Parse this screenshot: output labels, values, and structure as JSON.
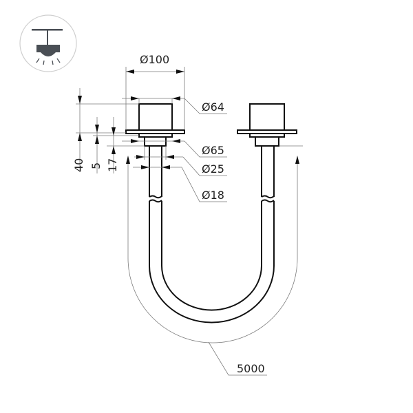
{
  "drawing": {
    "type": "technical-drawing",
    "subject": "pendant suspension cable with ceiling mounts",
    "icon": {
      "name": "pendant-mount-icon",
      "border_color": "#cfcfcf",
      "fill_color": "#4a4f55"
    },
    "line_color": "#111111",
    "dimension_line_color": "#7a7a7a"
  },
  "dimensions": {
    "cap_width": "Ø100",
    "cap_inner": "Ø64",
    "collar": "Ø65",
    "sleeve": "Ø25",
    "tube": "Ø18",
    "height_total": "40",
    "flange_thickness": "5",
    "sleeve_height": "17",
    "cable_length": "5000"
  }
}
